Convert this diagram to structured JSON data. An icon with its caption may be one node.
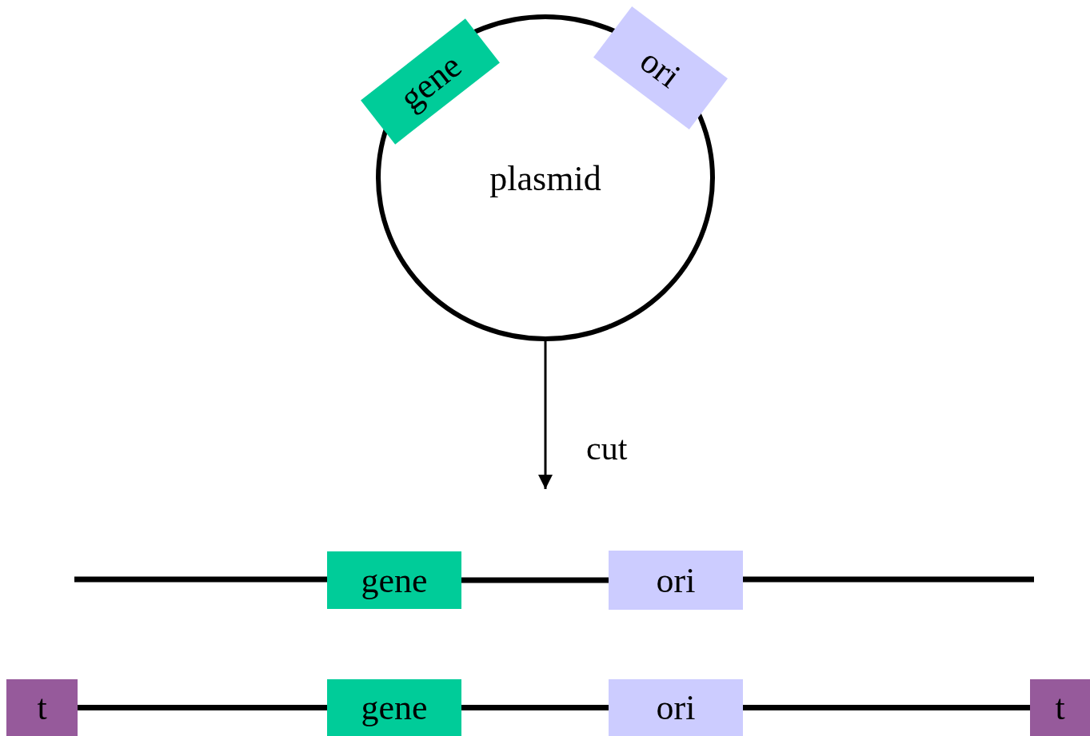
{
  "diagram": {
    "nodes": [
      {
        "text": [
          "plasmid"
        ]
      },
      {
        "text": [
          "gene"
        ]
      },
      {
        "text": [
          "ori"
        ]
      },
      {
        "text": [
          "gene"
        ]
      },
      {
        "text": [
          "ori"
        ]
      },
      {
        "text": [
          "t"
        ]
      },
      {
        "text": [
          "gene"
        ]
      },
      {
        "text": [
          "ori"
        ]
      },
      {
        "text": [
          "t"
        ]
      }
    ],
    "edges": [
      {
        "from": 0,
        "to": null,
        "arrow": "to",
        "label": "cut"
      },
      {
        "from": null,
        "to": 3,
        "arrow": "none"
      },
      {
        "from": 3,
        "to": 4,
        "arrow": "none"
      },
      {
        "from": 4,
        "to": null,
        "arrow": "none"
      },
      {
        "from": 5,
        "to": 6,
        "arrow": "none"
      },
      {
        "from": 6,
        "to": 7,
        "arrow": "none"
      },
      {
        "from": 7,
        "to": 8,
        "arrow": "none"
      }
    ]
  }
}
